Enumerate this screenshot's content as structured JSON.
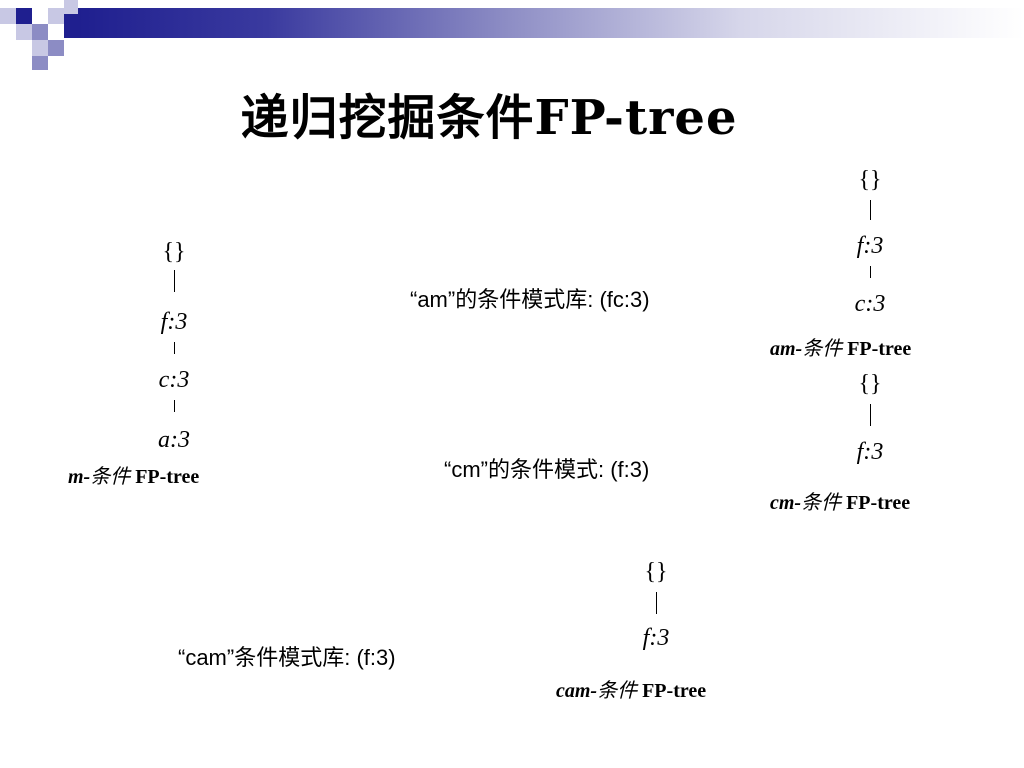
{
  "title": "递归挖掘条件FP-tree",
  "trees": {
    "m": {
      "nodes": [
        "{}",
        "f:3",
        "c:3",
        "a:3"
      ],
      "caption_prefix": "m-",
      "caption_cn": "条件",
      "caption_suffix": " FP-tree"
    },
    "am": {
      "nodes": [
        "{}",
        "f:3",
        "c:3"
      ],
      "caption_prefix": "am-",
      "caption_cn": "条件",
      "caption_suffix": " FP-tree"
    },
    "cm": {
      "nodes": [
        "{}",
        "f:3"
      ],
      "caption_prefix": "cm-",
      "caption_cn": "条件",
      "caption_suffix": " FP-tree"
    },
    "cam": {
      "nodes": [
        "{}",
        "f:3"
      ],
      "caption_prefix": "cam-",
      "caption_cn": "条件",
      "caption_suffix": " FP-tree"
    }
  },
  "notes": {
    "am": "“am”的条件模式库: (fc:3)",
    "cm": "“cm”的条件模式: (f:3)",
    "cam": "“cam”条件模式库: (f:3)"
  },
  "colors": {
    "deco_dark": "#1f1f8f",
    "deco_mid": "#8c8cc4",
    "deco_light": "#c8c8e4"
  }
}
